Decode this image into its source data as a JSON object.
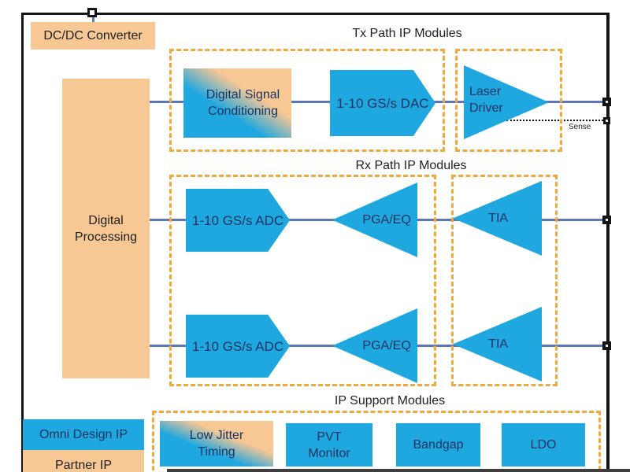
{
  "colors": {
    "omni_blue": "#1FA7E0",
    "partner_orange": "#F7C794",
    "dashed_border": "#F0A93C",
    "wire_blue": "#5B77BA",
    "frame_black": "#141414",
    "blue_label_text": "#173464",
    "orange_label_text": "#1F1F1F"
  },
  "power": {
    "dcdc": "DC/DC Converter"
  },
  "processing": {
    "line1": "Digital",
    "line2": "Processing"
  },
  "tx_path": {
    "title": "Tx Path IP Modules",
    "dsc": [
      "Digital Signal",
      "Conditioning"
    ],
    "dac": "1-10 GS/s DAC",
    "laser": [
      "Laser",
      "Driver"
    ],
    "sense": "Sense"
  },
  "rx_path": {
    "title": "Rx Path IP Modules",
    "adc_top": "1-10 GS/s ADC",
    "adc_bottom": "1-10 GS/s ADC",
    "pga_top": "PGA/EQ",
    "pga_bottom": "PGA/EQ",
    "tia_top": "TIA",
    "tia_bottom": "TIA"
  },
  "support": {
    "title": "IP Support Modules",
    "low_jitter": [
      "Low Jitter",
      "Timing"
    ],
    "pvt": [
      "PVT",
      "Monitor"
    ],
    "bandgap": "Bandgap",
    "ldo": "LDO"
  },
  "legend": {
    "omni": "Omni Design IP",
    "partner": "Partner IP"
  }
}
